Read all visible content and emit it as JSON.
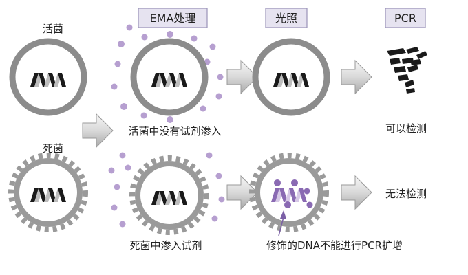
{
  "steps": {
    "ema": "EMA处理",
    "light": "光照",
    "pcr": "PCR"
  },
  "rows": {
    "live": {
      "title": "活菌",
      "caption": "活菌中没有试剂渗入",
      "result": "可以检测"
    },
    "dead": {
      "title": "死菌",
      "caption": "死菌中渗入试剂",
      "result": "无法检测"
    }
  },
  "annotation": "修饰的DNA不能进行PCR扩增",
  "colors": {
    "reagent_dot": "#b69fd0",
    "modified_dna": "#8a6ab3",
    "membrane_live": "#8c8c8c",
    "membrane_dead": "#9a9a9a",
    "dna_dark": "#1a1a1a",
    "dna_light": "#bdbdbd",
    "step_box_fill": "#e6e3f0"
  }
}
